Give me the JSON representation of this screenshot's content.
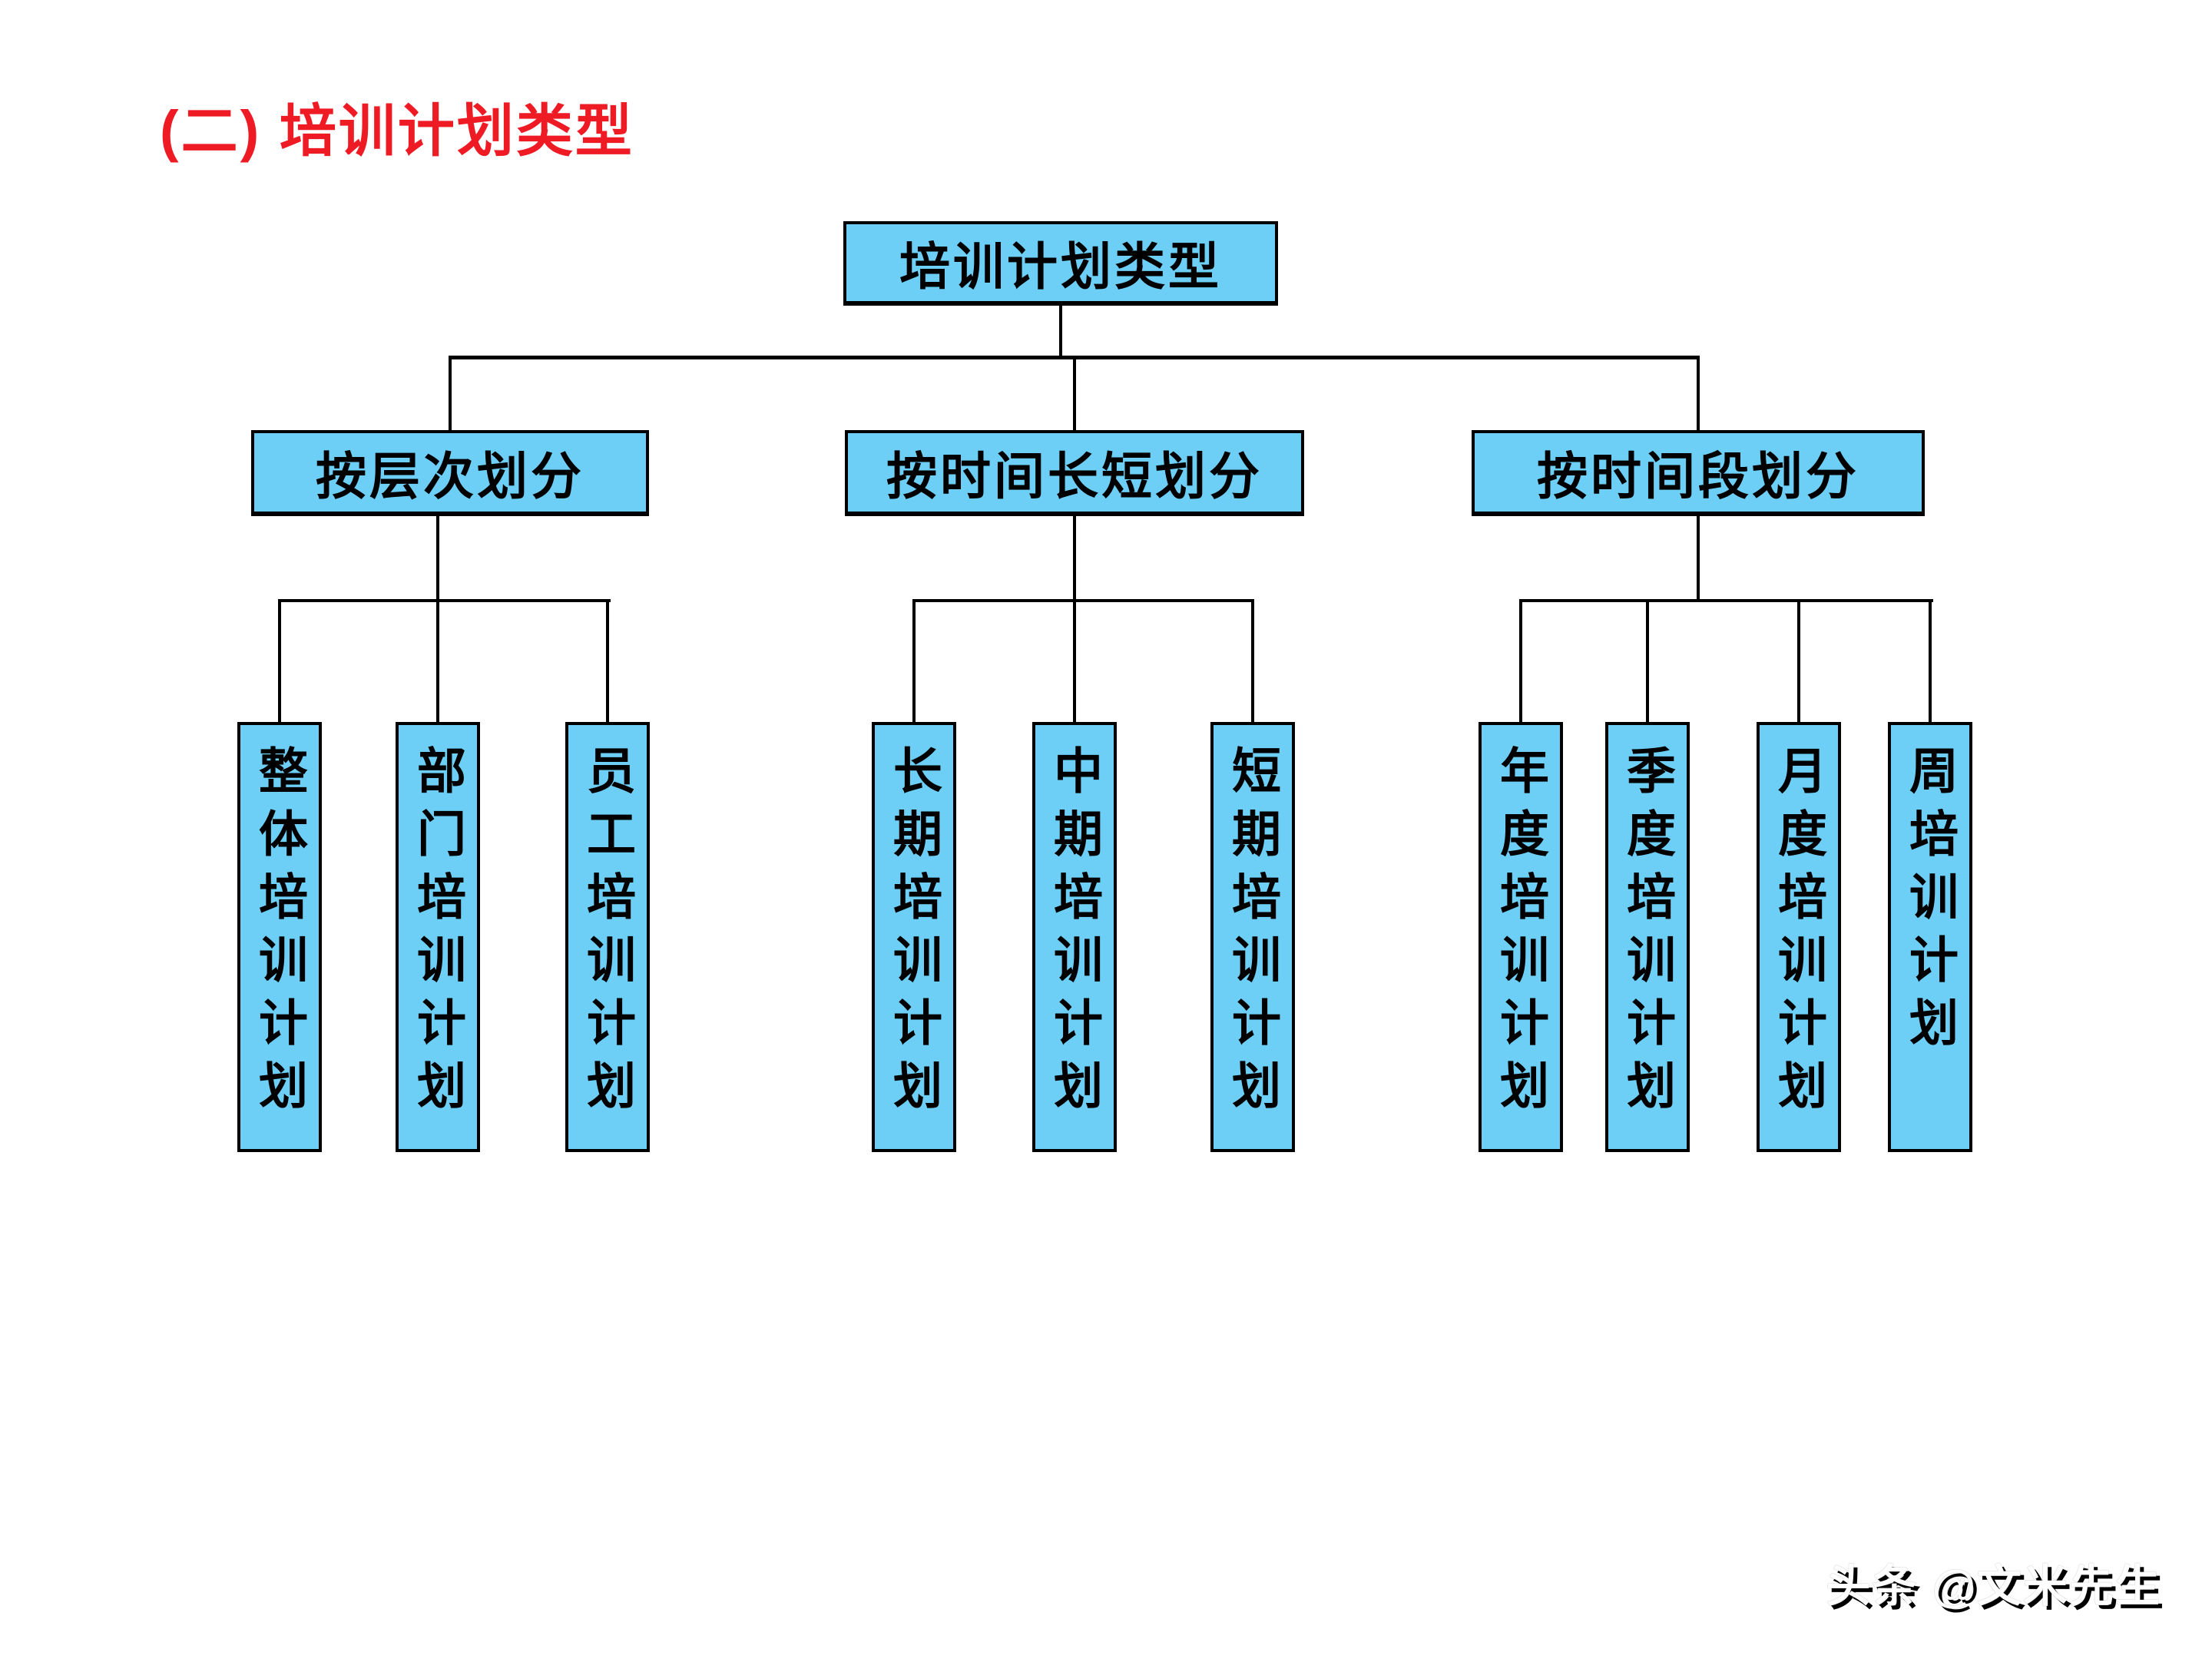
{
  "title": {
    "text": "(二) 培训计划类型"
  },
  "tree": {
    "root": "培训计划类型",
    "groups": [
      {
        "label": "按层次划分",
        "children": [
          "整体培训计划",
          "部门培训计划",
          "员工培训计划"
        ]
      },
      {
        "label": "按时间长短划分",
        "children": [
          "长期培训计划",
          "中期培训计划",
          "短期培训计划"
        ]
      },
      {
        "label": "按时间段划分",
        "children": [
          "年度培训计划",
          "季度培训计划",
          "月度培训计划",
          "周培训计划"
        ]
      }
    ]
  },
  "watermark": {
    "text": "头条 @文米先生"
  },
  "colors": {
    "title_red": "#EE1B24",
    "box_fill": "#6DCFF6",
    "box_border": "#000000",
    "connector": "#000000",
    "node_text": "#000000",
    "background": "#FFFFFF",
    "watermark_fill": "#FFFFFF",
    "watermark_shadow": "#000000"
  }
}
